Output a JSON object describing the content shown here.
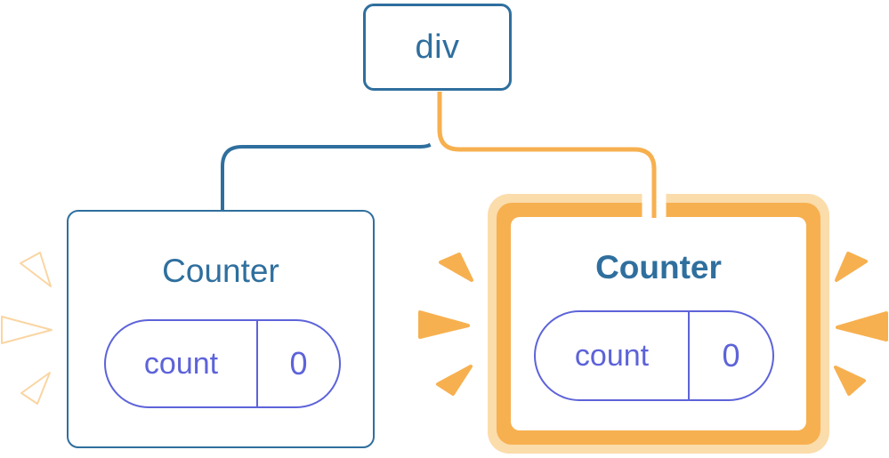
{
  "root_node": {
    "label": "div"
  },
  "counters": [
    {
      "title": "Counter",
      "state_key": "count",
      "state_value": "0",
      "highlighted": false
    },
    {
      "title": "Counter",
      "state_key": "count",
      "state_value": "0",
      "highlighted": true
    }
  ],
  "colors": {
    "blue": "#2f6f9e",
    "purple": "#5d63d9",
    "orange": "#f7b04f",
    "peach": "#fbdcab",
    "bg": "#ffffff"
  }
}
